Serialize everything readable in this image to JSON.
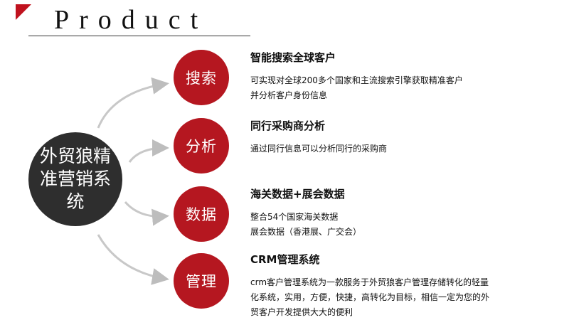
{
  "title": "Product",
  "hub": {
    "label": "外贸狼精准营销系统"
  },
  "features": [
    {
      "tag": "搜索",
      "heading": "智能搜索全球客户",
      "lines": [
        "可实现对全球200多个国家和主流搜索引擎获取精准客户",
        "并分析客户身份信息"
      ]
    },
    {
      "tag": "分析",
      "heading": "同行采购商分析",
      "lines": [
        "通过同行信息可以分析同行的采购商"
      ]
    },
    {
      "tag": "数据",
      "heading": "海关数据+展会数据",
      "lines": [
        "整合54个国家海关数据",
        "展会数据（香港展、广交会）"
      ]
    },
    {
      "tag": "管理",
      "heading": "CRM管理系统",
      "lines": [
        "crm客户管理系统为一款服务于外贸狼客户管理存储转化的轻量",
        "化系统，实用，方便，快捷，高转化为目标，相信一定为您的外",
        "贸客户开发提供大大的便利"
      ]
    }
  ],
  "colors": {
    "accent": "#b51720",
    "hub": "#2e2e2e",
    "arrow": "#bdbdbd"
  }
}
